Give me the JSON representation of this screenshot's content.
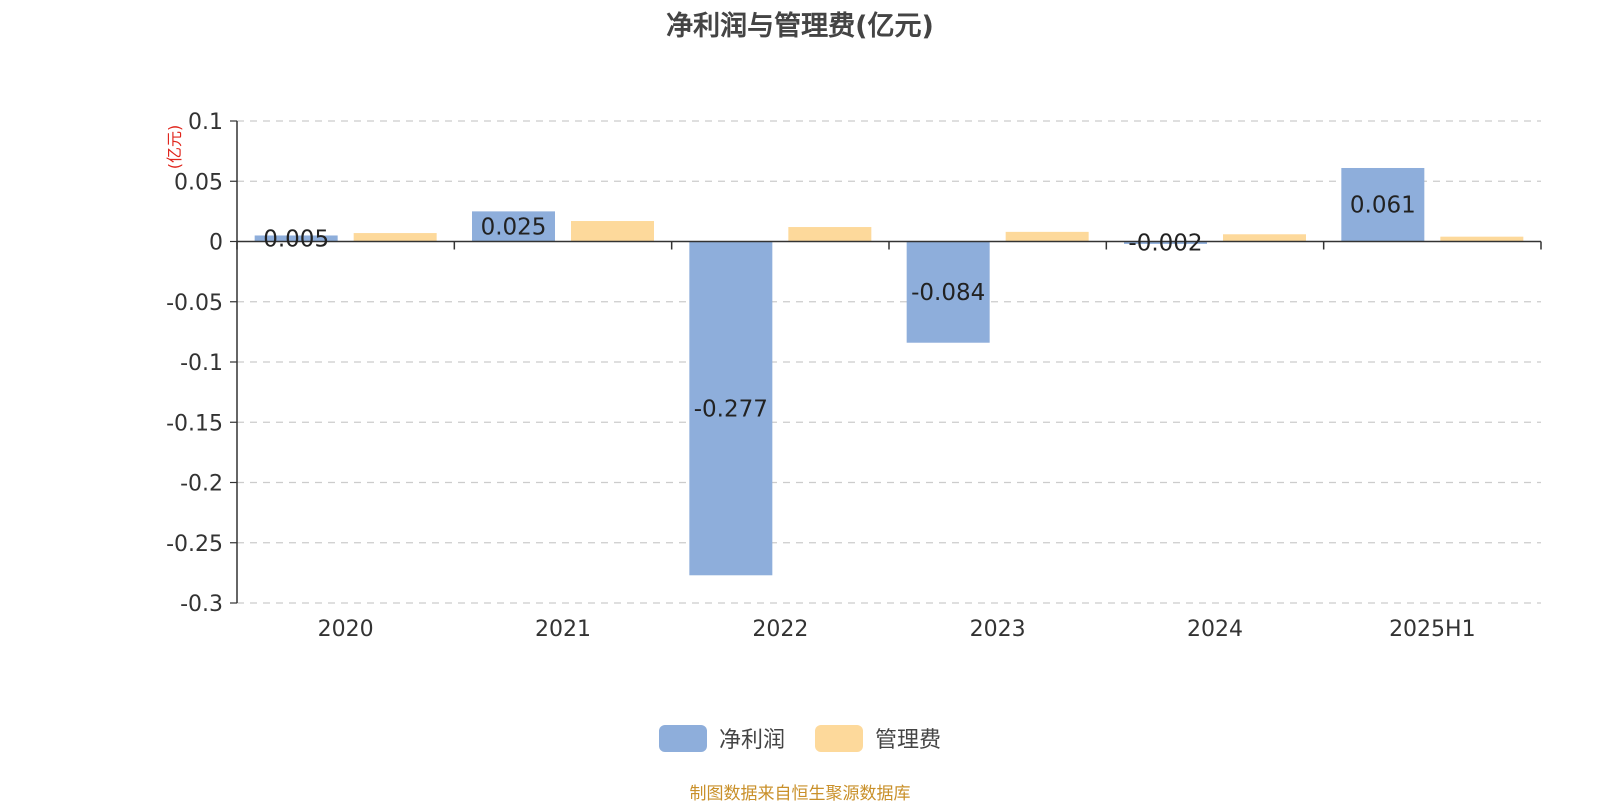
{
  "chart_data": {
    "type": "bar",
    "title": "净利润与管理费(亿元)",
    "ylabel": "(亿元)",
    "xlabel": "",
    "categories": [
      "2020",
      "2021",
      "2022",
      "2023",
      "2024",
      "2025H1"
    ],
    "series": [
      {
        "name": "净利润",
        "color": "#8eaedb",
        "values": [
          0.005,
          0.025,
          -0.277,
          -0.084,
          -0.002,
          0.061
        ],
        "labels": [
          "0.005",
          "0.025",
          "-0.277",
          "-0.084",
          "-0.002",
          "0.061"
        ]
      },
      {
        "name": "管理费",
        "color": "#fdd99b",
        "values": [
          0.007,
          0.017,
          0.012,
          0.008,
          0.006,
          0.004
        ]
      }
    ],
    "ylim": [
      -0.3,
      0.1
    ],
    "yticks": [
      0.1,
      0.05,
      0,
      -0.05,
      -0.1,
      -0.15,
      -0.2,
      -0.25,
      -0.3
    ],
    "ytick_labels": [
      "0.1",
      "0.05",
      "0",
      "-0.05",
      "-0.1",
      "-0.15",
      "-0.2",
      "-0.25",
      "-0.3"
    ],
    "grid": true,
    "legend_position": "bottom-center",
    "source": "制图数据来自恒生聚源数据库"
  }
}
